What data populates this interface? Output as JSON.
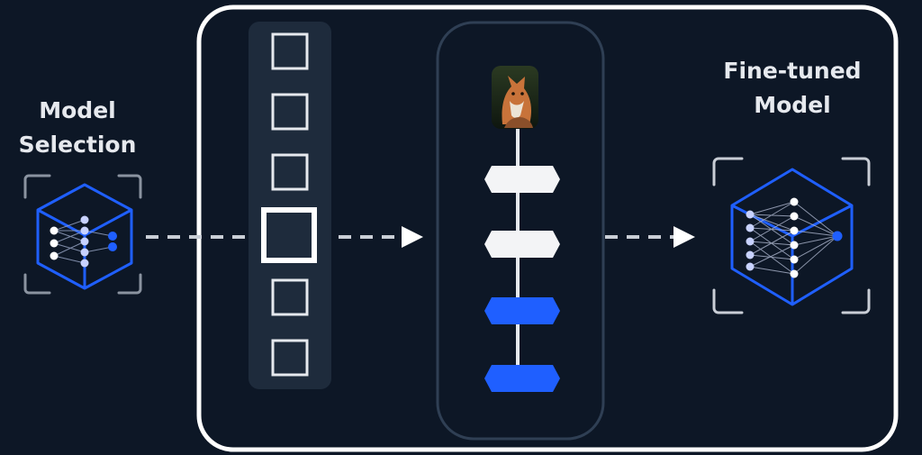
{
  "labels": {
    "model_selection": [
      "Model",
      "Selection"
    ],
    "fine_tuned_model": [
      "Fine-tuned",
      "Model"
    ]
  },
  "colors": {
    "background": "#0d1726",
    "frame": "#ffffff",
    "panel": "#1e2b3c",
    "accent_blue": "#1f5fff",
    "node_light": "#c8d2ff"
  },
  "icons": {
    "input_image": "fox-image-icon",
    "model": "neural-network-cube-icon"
  },
  "diagram": {
    "slot_count": 6,
    "selected_slot_index": 3,
    "layers": [
      {
        "state": "frozen",
        "color": "#f3f4f6"
      },
      {
        "state": "frozen",
        "color": "#f3f4f6"
      },
      {
        "state": "trainable",
        "color": "#1f5fff"
      },
      {
        "state": "trainable",
        "color": "#1f5fff"
      }
    ]
  }
}
